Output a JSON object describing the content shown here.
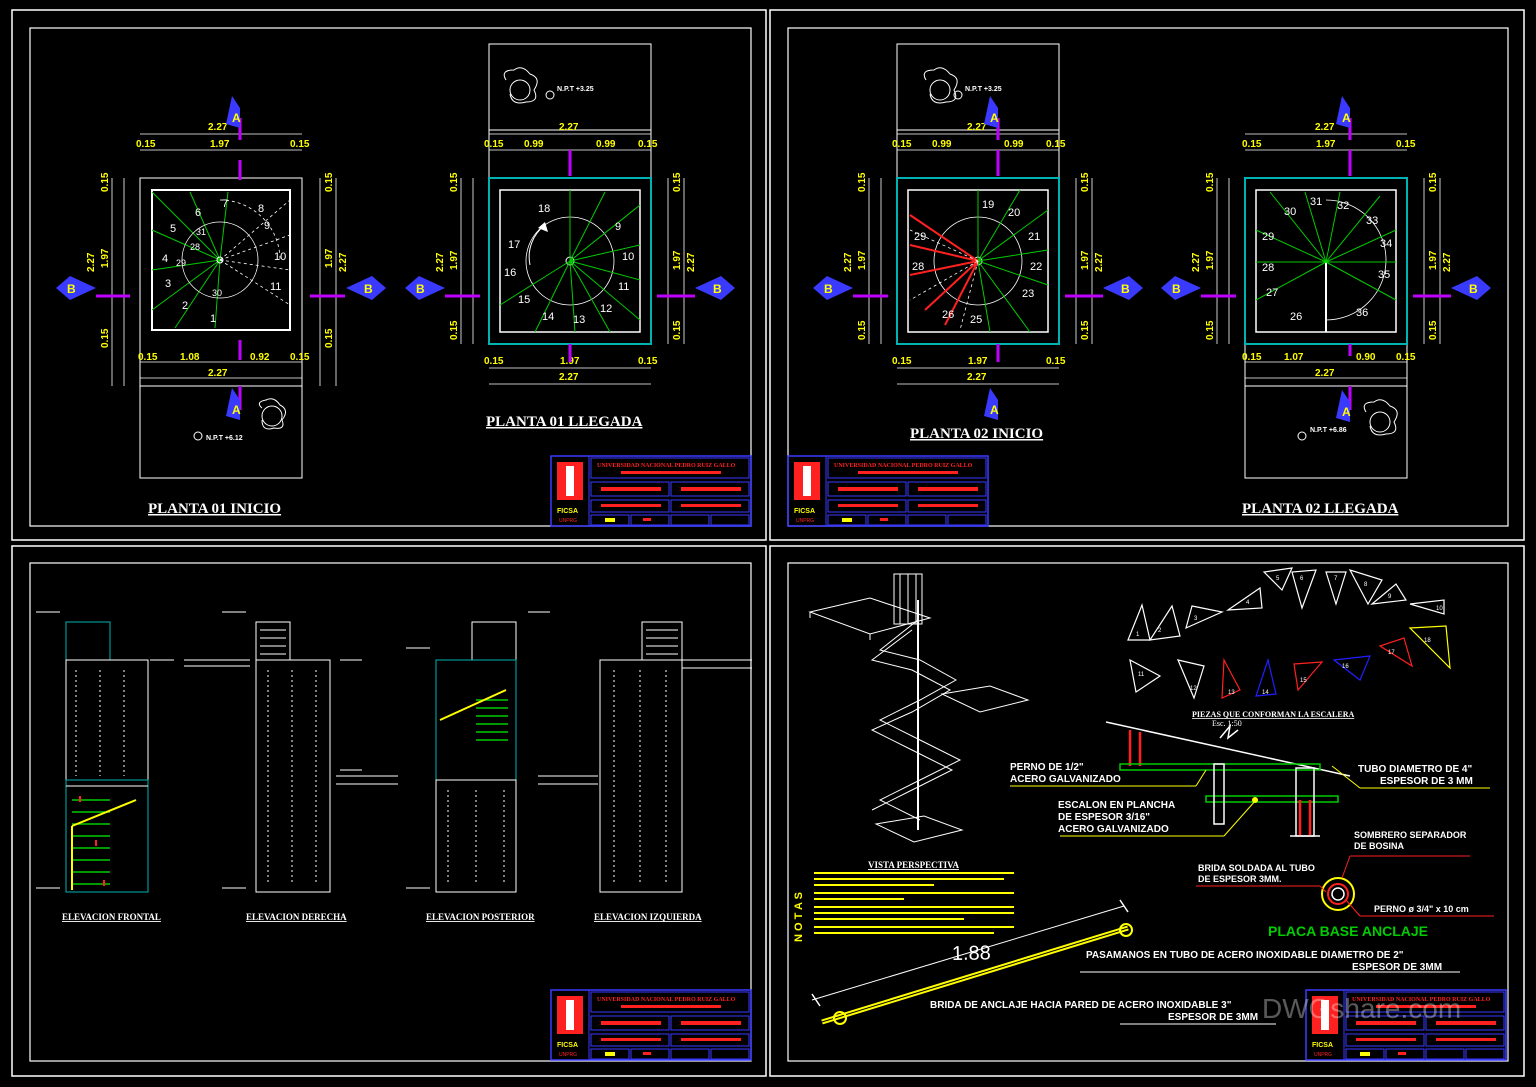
{
  "colors": {
    "background": "#000000",
    "frame": "#ffffff",
    "dimension": "#ffff00",
    "wall": "#00b3b3",
    "step": "#00cc00",
    "section_mark": "#c000ff",
    "section_arrow": "#3a3aff",
    "red": "#ff2020",
    "blue": "#2020ff",
    "white": "#ffffff"
  },
  "plans": {
    "p1_inicio": {
      "title": "PLANTA 01 INICIO",
      "dims_top": [
        "2.27",
        "0.15",
        "1.97",
        "0.15"
      ],
      "dims_bottom": [
        "0.15",
        "1.08",
        "0.92",
        "0.15",
        "2.27"
      ],
      "dims_side": [
        "0.15",
        "1.97",
        "0.15",
        "2.27"
      ],
      "level": "N.P.T +6.12",
      "steps": [
        "1",
        "2",
        "3",
        "4",
        "5",
        "6",
        "7",
        "8",
        "9",
        "10",
        "11",
        "29",
        "30",
        "31",
        "28"
      ]
    },
    "p1_llegada": {
      "title": "PLANTA 01 LLEGADA",
      "dims_top": [
        "2.27",
        "0.15",
        "0.99",
        "0.99",
        "0.15"
      ],
      "dims_bottom": [
        "0.15",
        "1.97",
        "0.15",
        "2.27"
      ],
      "level": "N.P.T +3.25",
      "steps": [
        "9",
        "10",
        "11",
        "12",
        "13",
        "14",
        "15",
        "16",
        "17",
        "18"
      ]
    },
    "p2_inicio": {
      "title": "PLANTA 02 INICIO",
      "dims_top": [
        "2.27",
        "0.15",
        "0.99",
        "0.99",
        "0.15"
      ],
      "dims_bottom": [
        "0.15",
        "1.97",
        "0.15",
        "2.27"
      ],
      "level": "N.P.T +3.25",
      "steps": [
        "19",
        "20",
        "21",
        "22",
        "23",
        "25",
        "26",
        "28",
        "29"
      ]
    },
    "p2_llegada": {
      "title": "PLANTA 02 LLEGADA",
      "dims_top": [
        "2.27",
        "0.15",
        "1.97",
        "0.15"
      ],
      "dims_bottom": [
        "0.15",
        "1.07",
        "0.90",
        "0.15",
        "2.27"
      ],
      "level": "N.P.T +6.86",
      "steps": [
        "26",
        "27",
        "28",
        "29",
        "30",
        "31",
        "32",
        "33",
        "34",
        "35",
        "36"
      ]
    },
    "section_a": "A",
    "section_b": "B"
  },
  "elevations": [
    {
      "title": "ELEVACION FRONTAL"
    },
    {
      "title": "ELEVACION DERECHA"
    },
    {
      "title": "ELEVACION POSTERIOR"
    },
    {
      "title": "ELEVACION IZQUIERDA"
    }
  ],
  "details": {
    "perspective_title": "VISTA PERSPECTIVA",
    "notes_title": "N O T A S",
    "pieces_title": "PIEZAS QUE CONFORMAN LA ESCALERA",
    "pieces_scale": "Esc. 1:50",
    "pieces_top": [
      "1",
      "2",
      "3",
      "4",
      "5",
      "6",
      "7",
      "8",
      "9",
      "10"
    ],
    "pieces_bottom": [
      "11",
      "12",
      "13",
      "14",
      "15",
      "16",
      "17",
      "18"
    ],
    "labels": {
      "perno": [
        "PERNO DE 1/2\"",
        "ACERO GALVANIZADO"
      ],
      "tubo": [
        "TUBO DIAMETRO DE 4\"",
        "ESPESOR DE 3 MM"
      ],
      "escalon": [
        "ESCALON EN PLANCHA",
        "DE ESPESOR 3/16\"",
        "ACERO GALVANIZADO"
      ],
      "sombrero": [
        "SOMBRERO SEPARADOR",
        "DE BOSINA"
      ],
      "brida_soldada": [
        "BRIDA SOLDADA AL TUBO",
        "DE ESPESOR 3MM."
      ],
      "perno_base": "PERNO ø 3/4\" x 10 cm",
      "placa": "PLACA BASE ANCLAJE",
      "handrail_length": "1.88",
      "pasamanos": [
        "PASAMANOS EN  TUBO DE ACERO INOXIDABLE DIAMETRO DE  2\"",
        "ESPESOR DE 3MM"
      ],
      "brida_anclaje": [
        "BRIDA DE ANCLAJE HACIA PARED DE ACERO INOXIDABLE 3\"",
        "ESPESOR DE 3MM"
      ]
    }
  },
  "title_block": {
    "institution": "UNIVERSIDAD NACIONAL PEDRO RUIZ GALLO",
    "faculty": "FICSA",
    "abbrev": "UNPRG"
  },
  "watermark": "DWGshare.com"
}
